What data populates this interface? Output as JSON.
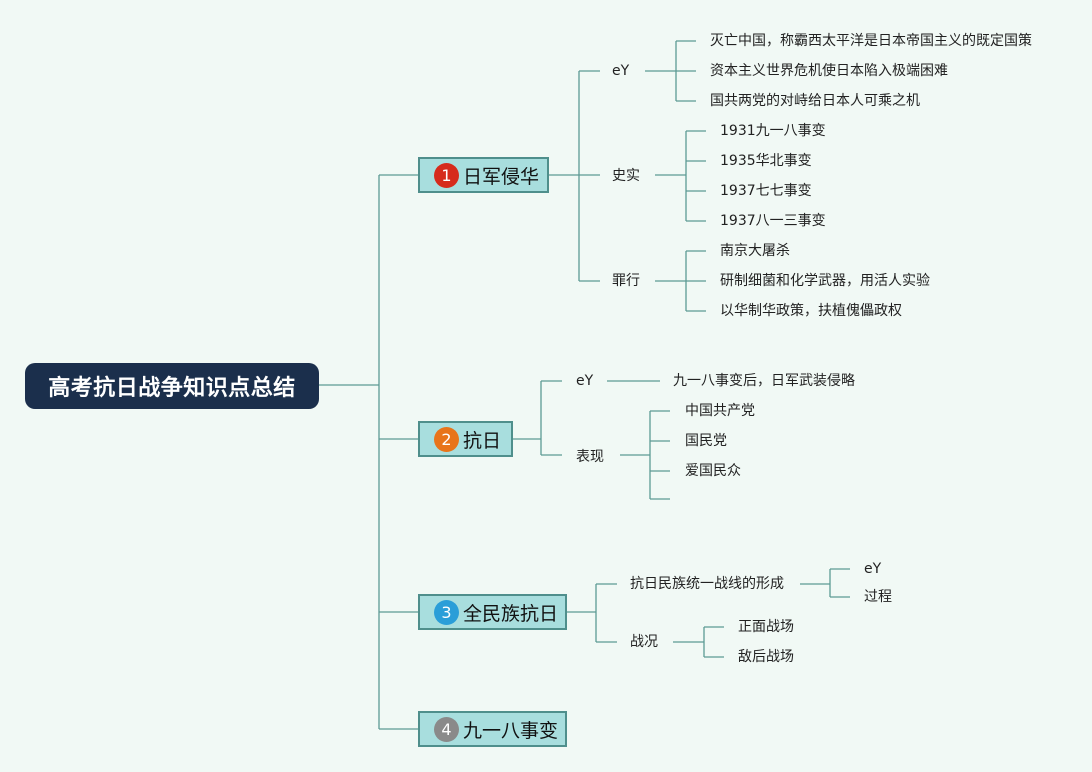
{
  "root": {
    "title": "高考抗日战争知识点总结"
  },
  "colors": {
    "background": "#f1f9f5",
    "root_fill": "#1b2f4c",
    "branch_fill": "#a8dede",
    "branch_border": "#4f8f8c",
    "line": "#5c9a95",
    "num1": "#d62b1c",
    "num2": "#e8741a",
    "num3": "#2a9ed8",
    "num4": "#8a8a8a"
  },
  "branches": [
    {
      "num": "1",
      "label": "日军侵华",
      "children": [
        {
          "label": "eY",
          "items": [
            "灭亡中国，称霸西太平洋是日本帝国主义的既定国策",
            "资本主义世界危机使日本陷入极端困难",
            "国共两党的对峙给日本人可乘之机"
          ]
        },
        {
          "label": "史实",
          "items": [
            "1931九一八事变",
            "1935华北事变",
            "1937七七事变",
            "1937八一三事变"
          ]
        },
        {
          "label": "罪行",
          "items": [
            "南京大屠杀",
            "研制细菌和化学武器，用活人实验",
            "以华制华政策，扶植傀儡政权"
          ]
        }
      ]
    },
    {
      "num": "2",
      "label": "抗日",
      "children": [
        {
          "label": "eY",
          "items": [
            "九一八事变后，日军武装侵略"
          ]
        },
        {
          "label": "表现",
          "items": [
            "中国共产党",
            "国民党",
            "爱国民众",
            ""
          ]
        }
      ]
    },
    {
      "num": "3",
      "label": "全民族抗日",
      "children": [
        {
          "label": "抗日民族统一战线的形成",
          "items": [
            "eY",
            "过程"
          ]
        },
        {
          "label": "战况",
          "items": [
            "正面战场",
            "敌后战场"
          ]
        }
      ]
    },
    {
      "num": "4",
      "label": "九一八事变",
      "children": []
    }
  ]
}
